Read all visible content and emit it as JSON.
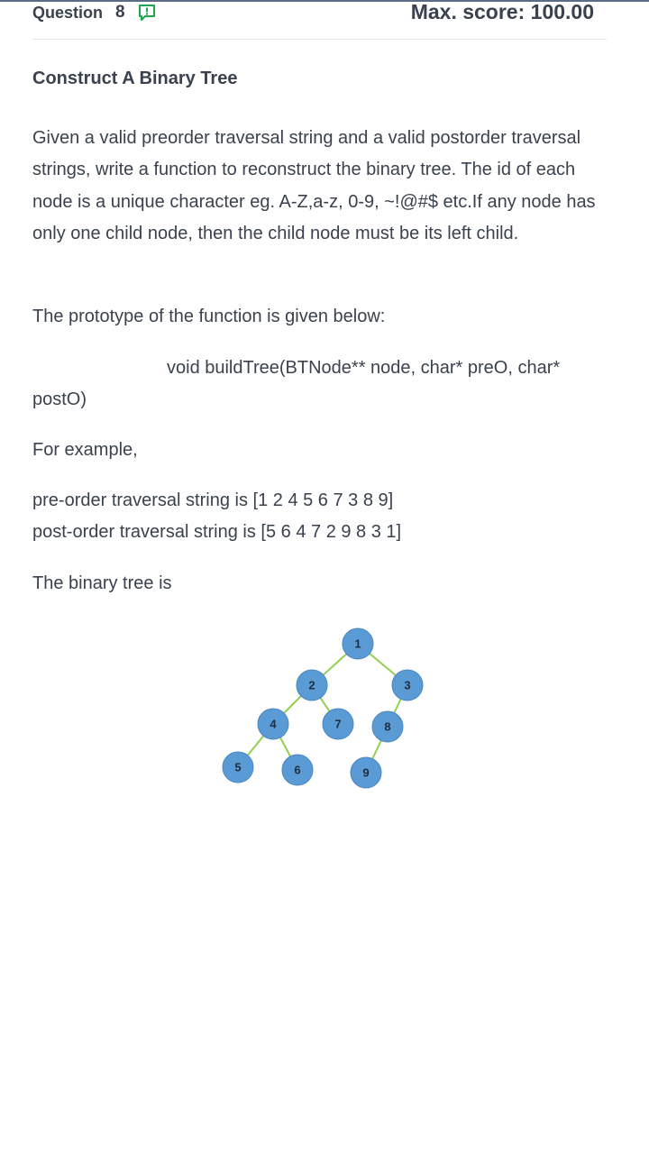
{
  "header": {
    "question_label": "Question",
    "question_number": "8",
    "report_icon": "report-flag-icon",
    "max_score": "Max. score: 100.00"
  },
  "problem": {
    "title": "Construct A Binary Tree",
    "description": "Given a valid preorder traversal string and a valid postorder traversal strings, write a function to reconstruct the binary tree. The id of each node is a unique character eg. A-Z,a-z, 0-9, ~!@#$ etc.If any node has only one child node, then the child node must be its left child.",
    "prototype_intro": "The prototype of the function is given below:",
    "prototype_line1": "void buildTree(BTNode** node, char* preO, char*",
    "prototype_line2": "postO)",
    "for_example": "For example,",
    "preorder_line": "pre-order traversal string is [1 2 4 5 6 7 3 8 9]",
    "postorder_line": "post-order traversal string is [5 6 4 7 2 9 8 3 1]",
    "tree_intro": "The binary tree is"
  },
  "tree": {
    "node_color": "#5b9bd5",
    "edge_color": "#92d050",
    "nodes": [
      "1",
      "2",
      "3",
      "4",
      "7",
      "8",
      "5",
      "6",
      "9"
    ]
  }
}
